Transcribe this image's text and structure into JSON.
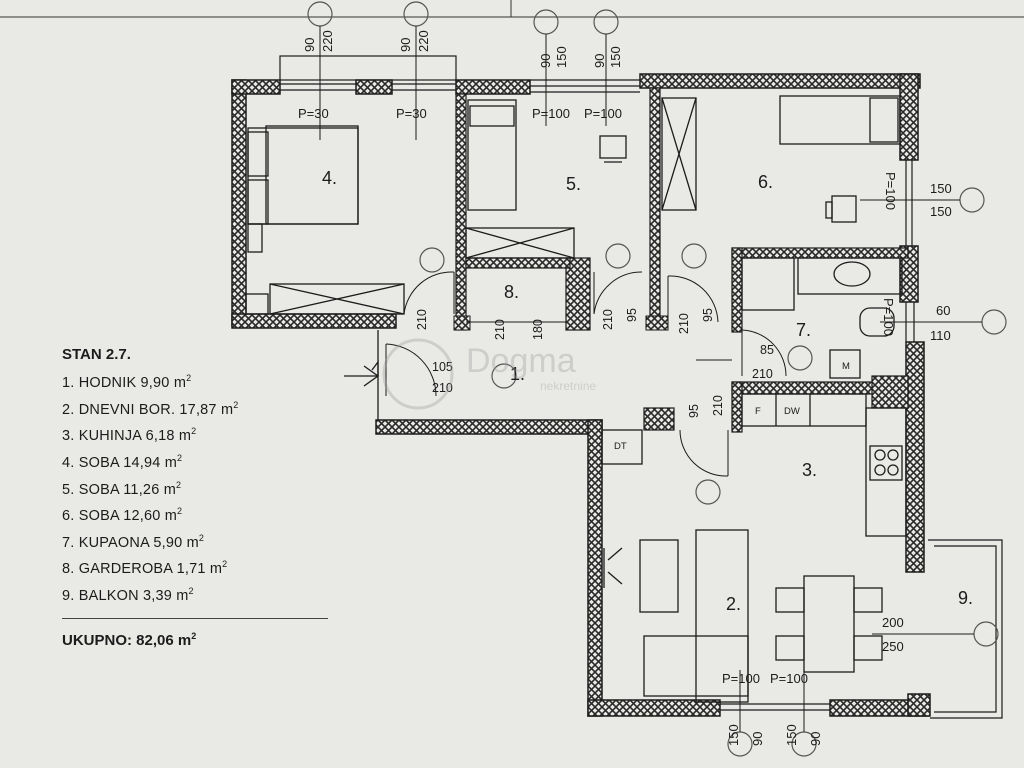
{
  "apartment": {
    "title": "STAN 2.7.",
    "rooms": [
      {
        "label": "1. HODNIK 9,90"
      },
      {
        "label": "2. DNEVNI BOR. 17,87"
      },
      {
        "label": "3. KUHINJA 6,18"
      },
      {
        "label": "4. SOBA  14,94"
      },
      {
        "label": "5. SOBA 11,26"
      },
      {
        "label": "6. SOBA 12,60"
      },
      {
        "label": "7. KUPAONA 5,90"
      },
      {
        "label": "8. GARDEROBA 1,71"
      },
      {
        "label": "9. BALKON 3,39"
      }
    ],
    "area_unit": "m",
    "area_unit_power": "2",
    "total_label": "UKUPNO:",
    "total_value": "82,06",
    "total_unit": "m",
    "total_unit_power": "2"
  },
  "plan": {
    "room_numbers": [
      "4.",
      "5.",
      "6.",
      "8.",
      "7.",
      "1.",
      "3.",
      "2.",
      "9."
    ],
    "window_pairs": [
      {
        "a": "90",
        "b": "220"
      },
      {
        "a": "90",
        "b": "220"
      },
      {
        "a": "90",
        "b": "150"
      },
      {
        "a": "90",
        "b": "150"
      }
    ],
    "parapets": [
      "P=30",
      "P=30",
      "P=100",
      "P=100",
      "P=100",
      "P=100",
      "P=100",
      "P=100"
    ],
    "side_windows": [
      {
        "a": "150",
        "b": "150"
      },
      {
        "a": "60",
        "b": "110"
      },
      {
        "a": "200",
        "b": "250"
      }
    ],
    "bottom_windows": [
      {
        "a": "150",
        "b": "90"
      },
      {
        "a": "150",
        "b": "90"
      }
    ],
    "door_dims": [
      "210",
      "210",
      "180",
      "210",
      "95",
      "210",
      "95",
      "105",
      "210",
      "85",
      "210",
      "95",
      "210"
    ],
    "appliances": [
      "F",
      "DW",
      "DT",
      "M"
    ],
    "watermark": "Dogma",
    "watermark_sub": "nekretnine"
  },
  "colors": {
    "paper": "#e9e9e6",
    "line": "#1c1c1c",
    "hatch": "#2a2a2a"
  }
}
